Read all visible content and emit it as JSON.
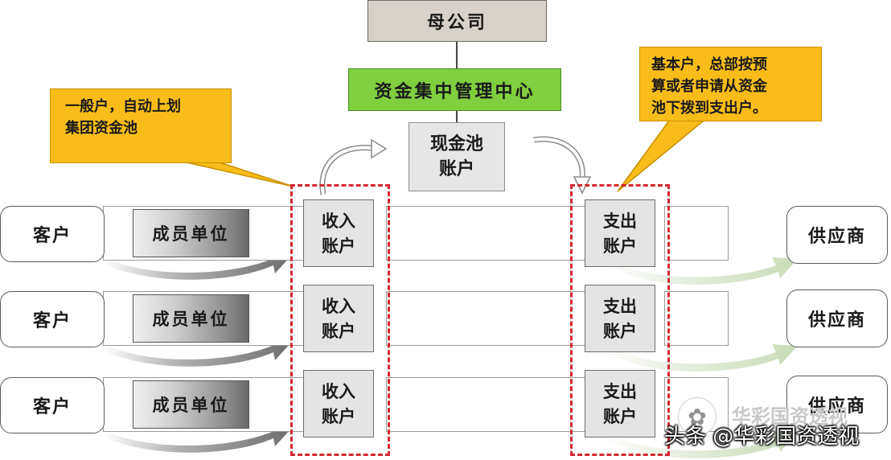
{
  "parent_company": "母公司",
  "fund_center": "资金集中管理中心",
  "cash_pool": {
    "line1": "现金池",
    "line2": "账户"
  },
  "callout_left": {
    "line1": "一般户，自动上划",
    "line2": "集团资金池"
  },
  "callout_right": {
    "line1": "基本户，总部按预",
    "line2": "算或者申请从资金",
    "line3": "池下拨到支出户。"
  },
  "rows": [
    {
      "customer": "客户",
      "member": "成员单位",
      "income": {
        "line1": "收入",
        "line2": "账户"
      },
      "expense": {
        "line1": "支出",
        "line2": "账户"
      },
      "supplier": "供应商"
    },
    {
      "customer": "客户",
      "member": "成员单位",
      "income": {
        "line1": "收入",
        "line2": "账户"
      },
      "expense": {
        "line1": "支出",
        "line2": "账户"
      },
      "supplier": "供应商"
    },
    {
      "customer": "客户",
      "member": "成员单位",
      "income": {
        "line1": "收入",
        "line2": "账户"
      },
      "expense": {
        "line1": "支出",
        "line2": "账户"
      },
      "supplier": "供应商"
    }
  ],
  "watermark": {
    "icon": "wechat-icon",
    "faint_text": "华彩国资透视",
    "main_text": "头条 @华彩国资透视"
  },
  "colors": {
    "fund_center": "#7fcf3f",
    "callout": "#f9bd19",
    "dashed_border": "#d7262e",
    "income_arrow": "#7a7a7a",
    "expense_arrow": "#d3e2c7"
  }
}
